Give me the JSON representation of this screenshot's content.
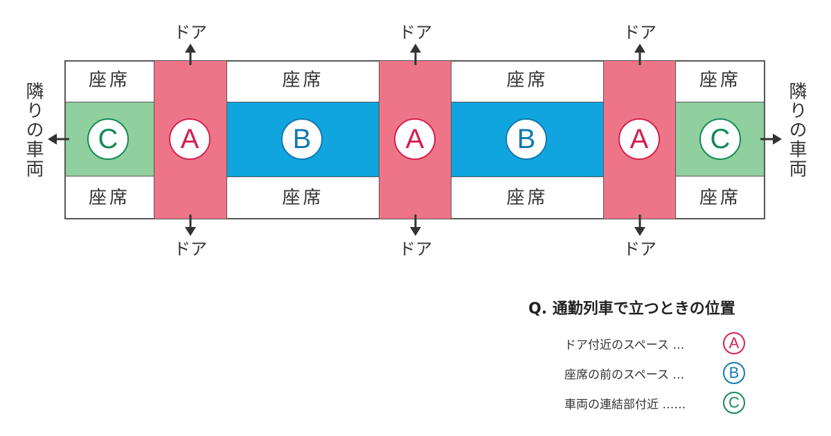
{
  "seat_label": "座席",
  "door_label": "ドア",
  "side_label": "隣りの車両",
  "zones": {
    "a": {
      "letter": "A",
      "color": "#ee7587",
      "badge_color": "#d3204f"
    },
    "b": {
      "letter": "B",
      "color": "#10a5de",
      "badge_color": "#1179b0"
    },
    "c": {
      "letter": "C",
      "color": "#90cf9e",
      "badge_color": "#138956"
    }
  },
  "legend": {
    "title": "Q. 通勤列車で立つときの位置",
    "items": [
      {
        "text": "ドア付近のスペース …",
        "letter": "A"
      },
      {
        "text": "座席の前のスペース …",
        "letter": "B"
      },
      {
        "text": "車両の連結部付近 ……",
        "letter": "C"
      }
    ]
  }
}
